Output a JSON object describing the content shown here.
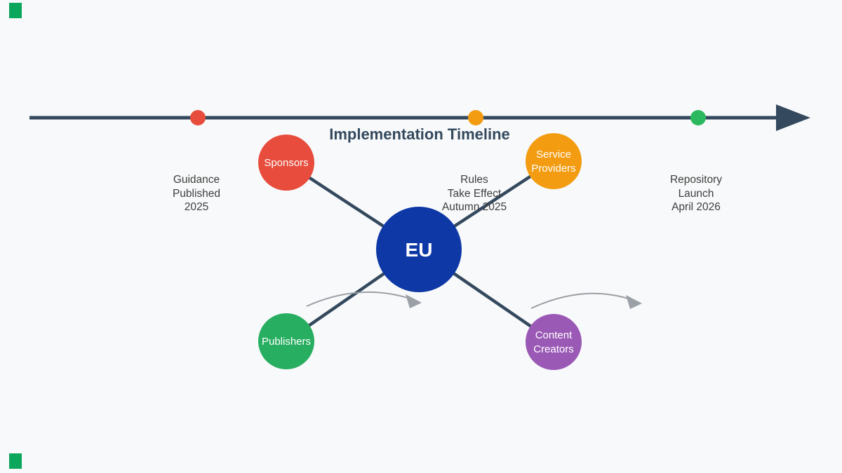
{
  "page": {
    "background": "#f8f9fa"
  },
  "title": "Implementation Timeline",
  "colors": {
    "line": "#34495e",
    "title_text": "#34495e",
    "label_text": "#3e3e3e",
    "arrow_gray": "#9aa0a6",
    "corner_accent": "#0aa65b",
    "node_text": "#ffffff"
  },
  "timeline": {
    "milestones": [
      {
        "line1": "Guidance",
        "line2": "Published",
        "line3": "2025",
        "dot_color": "#e74c3c"
      },
      {
        "line1": "Rules",
        "line2": "Take Effect",
        "line3": "Autumn 2025",
        "dot_color": "#f39c12"
      },
      {
        "line1": "Repository",
        "line2": "Launch",
        "line3": "April 2026",
        "dot_color": "#2cb85e"
      }
    ]
  },
  "nodes": {
    "eu": {
      "label": "EU",
      "color": "#0d38a5"
    },
    "sponsors": {
      "label": "Sponsors",
      "color": "#e74c3c"
    },
    "service_providers": {
      "line1": "Service",
      "line2": "Providers",
      "color": "#f39c12"
    },
    "publishers": {
      "label": "Publishers",
      "color": "#27ae60"
    },
    "content_creators": {
      "line1": "Content",
      "line2": "Creators",
      "color": "#9b59b6"
    }
  }
}
